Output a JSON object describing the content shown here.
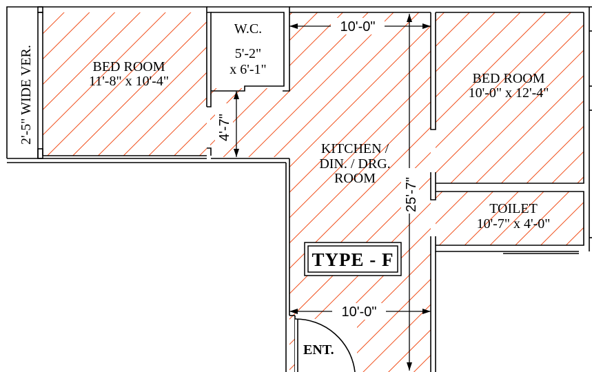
{
  "plan": {
    "type_label": "TYPE - F",
    "entrance_label": "ENT.",
    "hatch_color": "#f04e1a",
    "wall_color": "#000000",
    "rooms": {
      "veranda": {
        "name": "2'-5\" WIDE VER."
      },
      "bedroom_left": {
        "name": "BED ROOM",
        "size": "11'-8\" x 10'-4\""
      },
      "wc": {
        "name": "W.C.",
        "size_line1": "5'-2\"",
        "size_line2": "x 6'-1\""
      },
      "kitchen": {
        "line1": "KITCHEN /",
        "line2": "DIN. / DRG.",
        "line3": "ROOM"
      },
      "bedroom_right": {
        "name": "BED ROOM",
        "size": "10'-0\" x 12'-4\""
      },
      "toilet": {
        "name": "TOILET",
        "size": "10'-7\" x 4'-0\""
      }
    },
    "dimensions": {
      "top_width": "10'-0\"",
      "bottom_width": "10'-0\"",
      "passage": "4'-7\"",
      "kitchen_length": "25'-7\""
    }
  }
}
